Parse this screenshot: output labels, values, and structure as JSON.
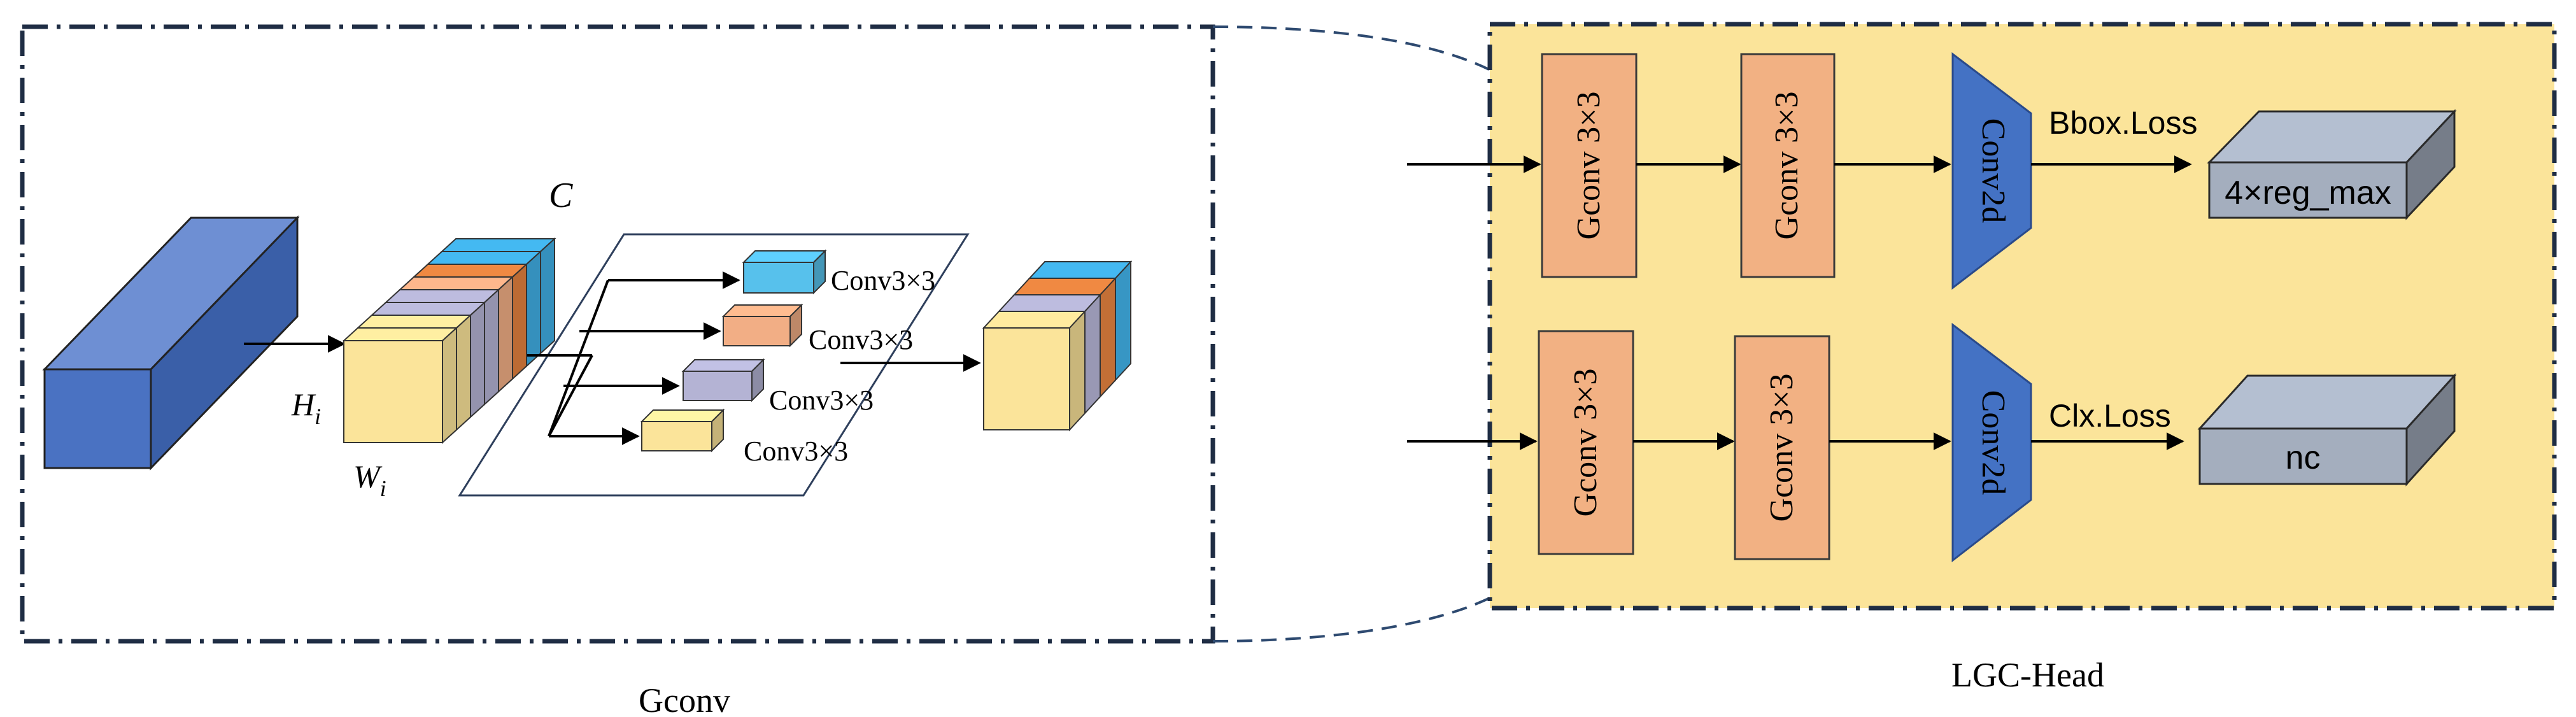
{
  "gconv_panel": {
    "caption": "Gconv",
    "input_tensor": {
      "face_front": "#4A72C2",
      "face_top": "#6E8FD3",
      "face_side": "#3A5FA8"
    },
    "stack": {
      "height_label": "H",
      "height_subscript": "i",
      "width_label": "W",
      "width_subscript": "i",
      "channel_label": "C",
      "front_color": "#FBE49A",
      "layer_colors": [
        "#FBE49A",
        "#FBE49A",
        "#B4B3D4",
        "#B4B3D4",
        "#F2AE85",
        "#E5823F",
        "#41B0E6",
        "#41B0E6"
      ]
    },
    "branches": [
      {
        "label": "Conv3×3",
        "color": "#57C1EC"
      },
      {
        "label": "Conv3×3",
        "color": "#F2AE85"
      },
      {
        "label": "Conv3×3",
        "color": "#B4B3D4"
      },
      {
        "label": "Conv3×3",
        "color": "#FBE49A"
      }
    ],
    "output_tensor": {
      "front_color": "#FBE49A",
      "layer_colors": [
        "#B4B3D4",
        "#E5823F",
        "#41B0E6"
      ]
    }
  },
  "head_panel": {
    "caption": "LGC-Head",
    "background": "#FBE49A",
    "top_row": {
      "blocks": [
        "Gconv 3×3",
        "Gconv 3×3"
      ],
      "conv_label": "Conv2d",
      "loss_label": "Bbox.Loss",
      "output_label": "4×reg_max"
    },
    "bottom_row": {
      "blocks": [
        "Gconv 3×3",
        "Gconv 3×3"
      ],
      "conv_label": "Conv2d",
      "loss_label": "Clx.Loss",
      "output_label": "nc"
    },
    "block_color": "#F2B183",
    "conv_color": "#4472C4",
    "output_color": "#A4AEBE"
  },
  "border_color": "#1F2D44"
}
